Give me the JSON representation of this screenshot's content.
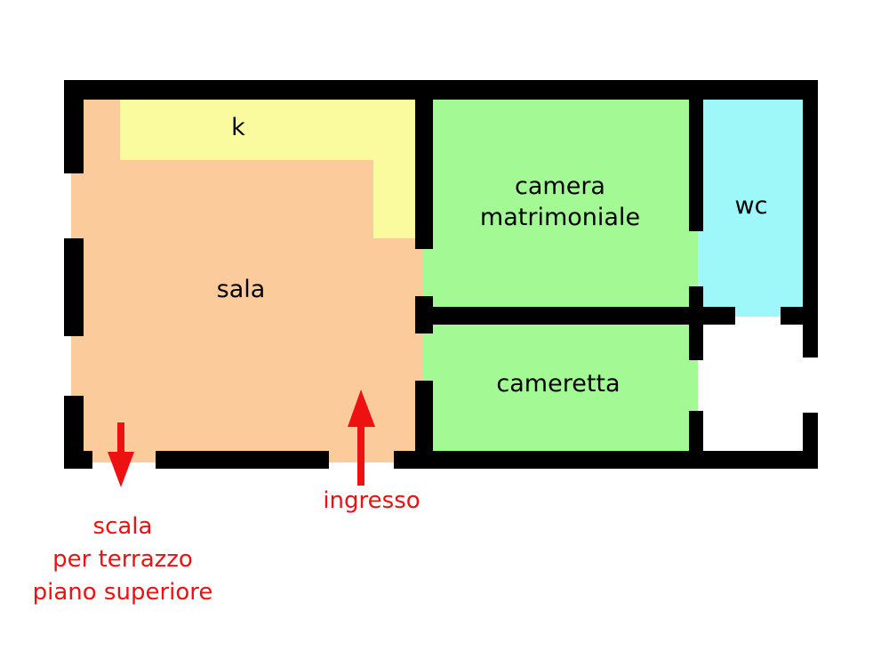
{
  "rooms": {
    "kitchen": "k",
    "living": "sala",
    "master_bedroom_line1": "camera",
    "master_bedroom_line2": "matrimoniale",
    "bathroom": "wc",
    "small_bedroom": "cameretta"
  },
  "annotations": {
    "entrance": "ingresso",
    "stairs_line1": "scala",
    "stairs_line2": "per terrazzo",
    "stairs_line3": "piano superiore"
  },
  "colors": {
    "living": "#fccb9b",
    "kitchen": "#fafa9e",
    "bedroom": "#a3fa95",
    "bathroom": "#9ef8fa",
    "wall": "#000000",
    "annotation": "#ee1111"
  }
}
